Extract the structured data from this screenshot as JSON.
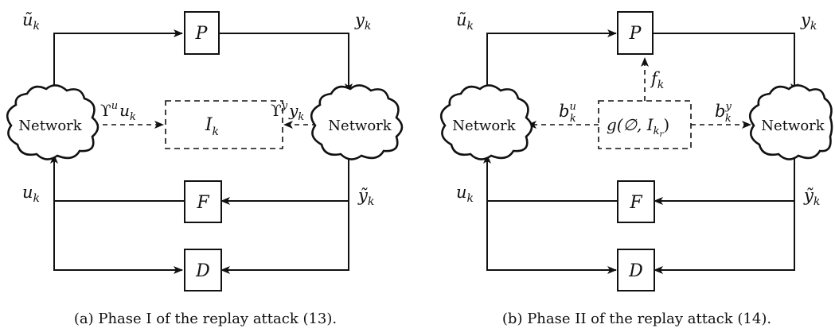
{
  "panels": [
    {
      "caption": "(a) Phase I of the replay attack (13).",
      "network_left": "Network",
      "network_right": "Network",
      "plant": "P",
      "controller": "F",
      "detector": "D",
      "center": "I",
      "center_sub": "k",
      "u_tilde": "ũ",
      "u_tilde_sub": "k",
      "y": "y",
      "y_sub": "k",
      "u": "u",
      "u_sub": "k",
      "y_tilde": "ỹ",
      "y_tilde_sub": "k",
      "ups": "ϒ",
      "ups_u_sup": "u",
      "ups_u_var": "u",
      "ups_u_sub": "k",
      "ups_y_sup": "y",
      "ups_y_var": "y",
      "ups_y_sub": "k"
    },
    {
      "caption": "(b) Phase II of the replay attack (14).",
      "network_left": "Network",
      "network_right": "Network",
      "plant": "P",
      "controller": "F",
      "detector": "D",
      "center_text": "g(∅, I",
      "center_sub": "k",
      "center_subsub": "r",
      "center_close": ")",
      "u_tilde": "ũ",
      "u_tilde_sub": "k",
      "y": "y",
      "y_sub": "k",
      "u": "u",
      "u_sub": "k",
      "y_tilde": "ỹ",
      "y_tilde_sub": "k",
      "f": "f",
      "f_sub": "k",
      "b": "b",
      "b_u_sup": "u",
      "b_u_sub": "k",
      "b_y_sup": "y",
      "b_y_sub": "k"
    }
  ]
}
